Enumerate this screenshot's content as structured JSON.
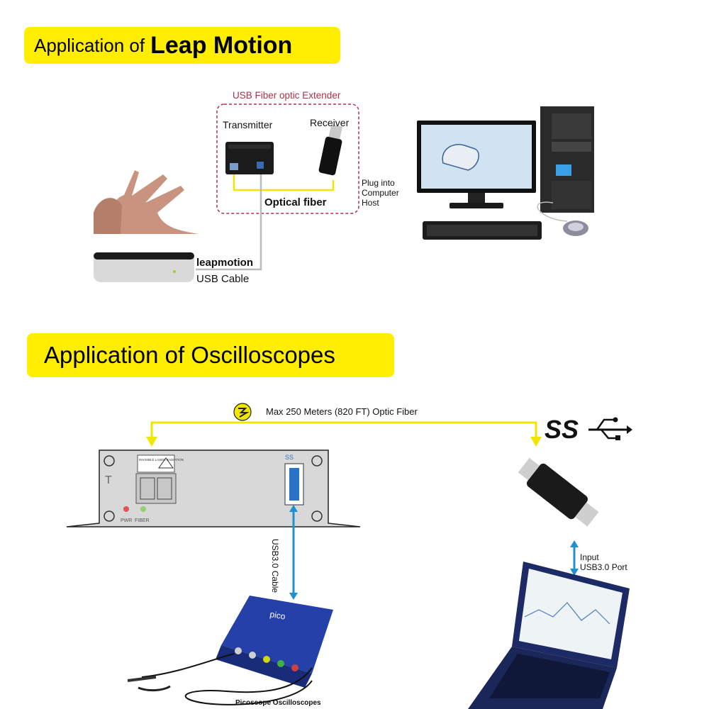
{
  "sections": {
    "leap": {
      "title_prefix": "Application of",
      "title_emphasis": "Leap Motion",
      "extender_title": "USB Fiber optic Extender",
      "transmitter": "Transmitter",
      "receiver": "Receiver",
      "optical_fiber": "Optical fiber",
      "plug_line1": "Plug into",
      "plug_line2": "Computer",
      "plug_line3": "Host",
      "leapmotion": "leapmotion",
      "usb_cable": "USB Cable"
    },
    "oscilloscopes": {
      "title": "Application of Oscilloscopes",
      "fiber_label": "Max 250 Meters (820 FT) Optic Fiber",
      "ss_logo": "SS",
      "usb3_cable": "USB3.0 Cable",
      "input_line1": "Input",
      "input_line2": "USB3.0 Port",
      "picoscope": "Picoscope Oscilloscopes",
      "laser_warning": "INVISIBLE LASER RADIATION",
      "t_mark": "T",
      "pwr": "PWR",
      "fiber_led": "FIBER",
      "usb_badge": "SS",
      "device_brand": "pico"
    }
  },
  "colors": {
    "banner": "#ffee00",
    "fiber_yellow": "#f2e600",
    "usb_blue": "#1e90d0",
    "extender_border": "#b0304a"
  },
  "icons": [
    "hand-gesture",
    "leap-motion-device",
    "transmitter-box",
    "receiver-dongle",
    "monitor",
    "tower-pc",
    "keyboard",
    "mouse",
    "fiber-chip-icon",
    "usb-trident-icon",
    "laptop",
    "picoscope-device",
    "probe"
  ]
}
